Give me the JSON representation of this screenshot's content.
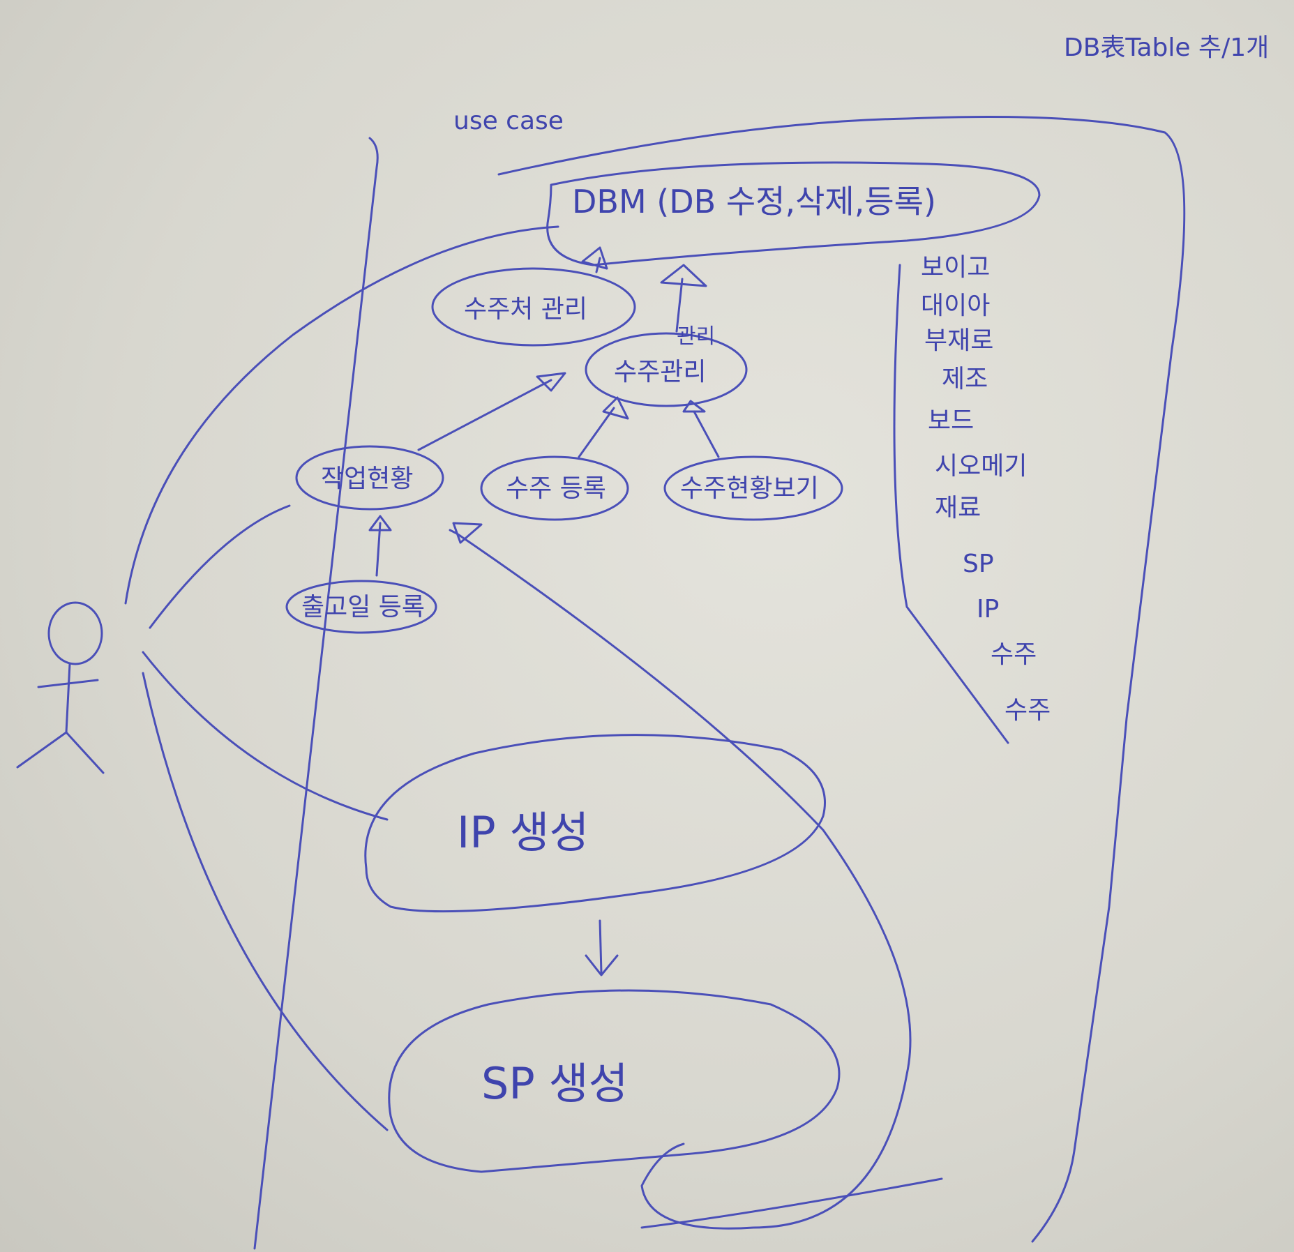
{
  "header_note": "DB表Table 추/1개",
  "frame_label": "use case",
  "use_cases": {
    "dbm": "DBM (DB 수정,삭제,등록)",
    "buyer_mgmt": "수주처 관리",
    "order_mgmt_mid": "수주관리",
    "order_mgmt_annotation": "관리",
    "work_status": "작업현황",
    "order_register": "수주 등록",
    "order_status_view": "수주현황보기",
    "shipping_register": "출고일 등록",
    "ip_create": "IP 생성",
    "sp_create": "SP 생성"
  },
  "side_list": [
    "보이고",
    "대이아",
    "부재로",
    "제조",
    "보드",
    "시오메기",
    "재료",
    "SP",
    "IP",
    "수주",
    "수주"
  ],
  "colors": {
    "ink": "#4a4fb8",
    "paper": "#dddcd5"
  }
}
